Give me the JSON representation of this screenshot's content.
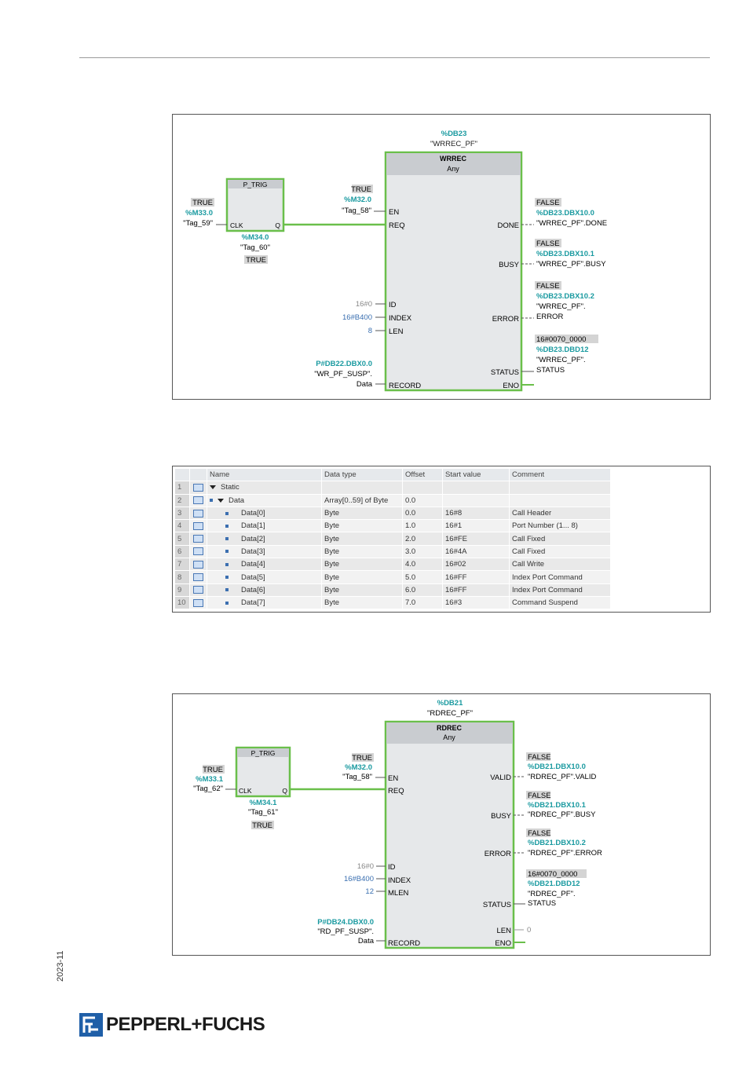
{
  "footer": {
    "date": "2023-11",
    "brand": "PEPPERL+FUCHS"
  },
  "figure1": {
    "db_address": "%DB23",
    "db_name": "\"WRREC_PF\"",
    "block_title": "WRREC",
    "block_type": "Any",
    "ptrig_title": "P_TRIG",
    "ptrig_clk": "CLK",
    "ptrig_q": "Q",
    "clk_value": "TRUE",
    "clk_address": "%M33.0",
    "clk_tag": "\"Tag_59\"",
    "q_address": "%M34.0",
    "q_tag": "\"Tag_60\"",
    "q_value": "TRUE",
    "en_value": "TRUE",
    "en_address": "%M32.0",
    "en_tag": "\"Tag_58\"",
    "pin_en": "EN",
    "pin_req": "REQ",
    "pin_id": "ID",
    "pin_index": "INDEX",
    "pin_len": "LEN",
    "pin_record": "RECORD",
    "id_value": "16#0",
    "index_value": "16#B400",
    "len_value": "8",
    "record_address": "P#DB22.DBX0.0",
    "record_tag1": "\"WR_PF_SUSP\".",
    "record_tag2": "Data",
    "pin_done": "DONE",
    "pin_busy": "BUSY",
    "pin_error": "ERROR",
    "pin_status": "STATUS",
    "pin_eno": "ENO",
    "done_value": "FALSE",
    "done_address": "%DB23.DBX10.0",
    "done_tag": "\"WRREC_PF\".DONE",
    "busy_value": "FALSE",
    "busy_address": "%DB23.DBX10.1",
    "busy_tag": "\"WRREC_PF\".BUSY",
    "error_value": "FALSE",
    "error_address": "%DB23.DBX10.2",
    "error_tag1": "\"WRREC_PF\".",
    "error_tag2": "ERROR",
    "status_value": "16#0070_0000",
    "status_address": "%DB23.DBD12",
    "status_tag1": "\"WRREC_PF\".",
    "status_tag2": "STATUS"
  },
  "table": {
    "headers": [
      "Name",
      "Data type",
      "Offset",
      "Start value",
      "Comment"
    ],
    "rows": [
      {
        "num": "1",
        "name": "Static",
        "type": "",
        "offset": "",
        "start": "",
        "comment": ""
      },
      {
        "num": "2",
        "name": "Data",
        "type": "Array[0..59] of Byte",
        "offset": "0.0",
        "start": "",
        "comment": ""
      },
      {
        "num": "3",
        "name": "Data[0]",
        "type": "Byte",
        "offset": "0.0",
        "start": "16#8",
        "comment": "Call Header"
      },
      {
        "num": "4",
        "name": "Data[1]",
        "type": "Byte",
        "offset": "1.0",
        "start": "16#1",
        "comment": "Port Number (1... 8)"
      },
      {
        "num": "5",
        "name": "Data[2]",
        "type": "Byte",
        "offset": "2.0",
        "start": "16#FE",
        "comment": "Call Fixed"
      },
      {
        "num": "6",
        "name": "Data[3]",
        "type": "Byte",
        "offset": "3.0",
        "start": "16#4A",
        "comment": "Call Fixed"
      },
      {
        "num": "7",
        "name": "Data[4]",
        "type": "Byte",
        "offset": "4.0",
        "start": "16#02",
        "comment": "Call Write"
      },
      {
        "num": "8",
        "name": "Data[5]",
        "type": "Byte",
        "offset": "5.0",
        "start": "16#FF",
        "comment": "Index Port Command"
      },
      {
        "num": "9",
        "name": "Data[6]",
        "type": "Byte",
        "offset": "6.0",
        "start": "16#FF",
        "comment": "Index Port Command"
      },
      {
        "num": "10",
        "name": "Data[7]",
        "type": "Byte",
        "offset": "7.0",
        "start": "16#3",
        "comment": "Command Suspend"
      }
    ]
  },
  "figure2": {
    "db_address": "%DB21",
    "db_name": "\"RDREC_PF\"",
    "block_title": "RDREC",
    "block_type": "Any",
    "ptrig_title": "P_TRIG",
    "ptrig_clk": "CLK",
    "ptrig_q": "Q",
    "clk_value": "TRUE",
    "clk_address": "%M33.1",
    "clk_tag": "\"Tag_62\"",
    "q_address": "%M34.1",
    "q_tag": "\"Tag_61\"",
    "q_value": "TRUE",
    "en_value": "TRUE",
    "en_address": "%M32.0",
    "en_tag": "\"Tag_58\"",
    "pin_en": "EN",
    "pin_req": "REQ",
    "pin_id": "ID",
    "pin_index": "INDEX",
    "pin_mlen": "MLEN",
    "pin_record": "RECORD",
    "id_value": "16#0",
    "index_value": "16#B400",
    "mlen_value": "12",
    "record_address": "P#DB24.DBX0.0",
    "record_tag1": "\"RD_PF_SUSP\".",
    "record_tag2": "Data",
    "pin_valid": "VALID",
    "pin_busy": "BUSY",
    "pin_error": "ERROR",
    "pin_status": "STATUS",
    "pin_len": "LEN",
    "pin_eno": "ENO",
    "valid_value": "FALSE",
    "valid_address": "%DB21.DBX10.0",
    "valid_tag": "\"RDREC_PF\".VALID",
    "busy_value": "FALSE",
    "busy_address": "%DB21.DBX10.1",
    "busy_tag": "\"RDREC_PF\".BUSY",
    "error_value": "FALSE",
    "error_address": "%DB21.DBX10.2",
    "error_tag": "\"RDREC_PF\".ERROR",
    "status_value": "16#0070_0000",
    "status_address": "%DB21.DBD12",
    "status_tag1": "\"RDREC_PF\".",
    "status_tag2": "STATUS",
    "len_value": "0"
  }
}
